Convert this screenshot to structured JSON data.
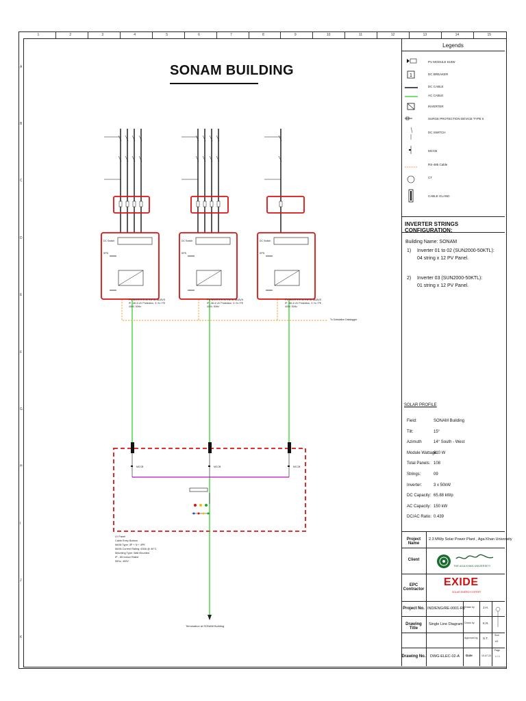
{
  "title": "SONAM BUILDING",
  "border": {
    "columns": [
      "1",
      "2",
      "3",
      "4",
      "5",
      "6",
      "7",
      "8",
      "9",
      "10",
      "11",
      "12",
      "13",
      "14",
      "15"
    ],
    "rows": [
      "A",
      "B",
      "C",
      "D",
      "E",
      "F",
      "G",
      "H",
      "I",
      "J",
      "K"
    ]
  },
  "legend": {
    "heading": "Legends",
    "items": [
      {
        "label": "PV MODULE 610W",
        "icon": "pv-module-icon"
      },
      {
        "label": "DC BREAKER",
        "icon": "dc-breaker-icon"
      },
      {
        "label": "DC CABLE",
        "icon": "dc-cable-icon"
      },
      {
        "label": "AC CABLE",
        "icon": "ac-cable-icon"
      },
      {
        "label": "INVERTER",
        "icon": "inverter-icon"
      },
      {
        "label": "SURGE PROTECTION DEVICE TYPE II",
        "icon": "spd-icon"
      },
      {
        "label": "DC SWITCH",
        "icon": "dc-switch-icon"
      },
      {
        "label": "MCCB",
        "icon": "mccb-icon"
      },
      {
        "label": "RS-485 Cable",
        "icon": "rs485-cable-icon"
      },
      {
        "label": "CT",
        "icon": "ct-icon"
      },
      {
        "label": "CABLE GLAND",
        "icon": "cable-gland-icon"
      }
    ],
    "colors": {
      "ac_cable": "#22cc22",
      "rs485": "#f0a040",
      "enclosure": "#e01010",
      "busbar": "#cc33cc"
    }
  },
  "config": {
    "heading": "INVERTER STRINGS CONFIGURATION:",
    "building": "Building Name: SONAM",
    "line1_num": "1)",
    "line1a": "Inverter 01 to 02 (SUN2000-50KTL):",
    "line1b": "04 string x 12 PV Panel.",
    "line2_num": "2)",
    "line2a": "Inverter 03 (SUN2000-50KTL):",
    "line2b": "01 string x 12 PV Panel."
  },
  "solar_profile": {
    "heading": "SOLAR PROFILE",
    "rows": [
      {
        "label": "Field:",
        "value": "SONAM Building"
      },
      {
        "label": "Tilt:",
        "value": "15°"
      },
      {
        "label": "Azimuth",
        "value": "14° South - West"
      },
      {
        "label": "Module Wattage:",
        "value": "610 W"
      },
      {
        "label": "Total Panels:",
        "value": "108"
      },
      {
        "label": "Strings:",
        "value": "09"
      },
      {
        "label": "Inverter:",
        "value": "3 x 50kW"
      },
      {
        "label": "DC Capacity:",
        "value": "65.88 kWp"
      },
      {
        "label": "AC Capacity:",
        "value": "150 kW"
      },
      {
        "label": "DC/AC Ratio:",
        "value": "0.439"
      }
    ]
  },
  "title_block": {
    "project_name_label": "Project Name",
    "project_name": "2.3 MWp Solar Power Plant , Aga Khan University",
    "client_label": "Client",
    "client_name": "THE AGA KHAN UNIVERSITY",
    "epc_label": "EPC Contractor",
    "epc_name": "EXIDE",
    "epc_sub": "SOLAR ENERGY EXPERT",
    "project_no_label": "Project No.",
    "project_no": "IND/ENG/RE-0001-R1",
    "drawn_by_label": "Drawn by",
    "drawn_by": "J.H.",
    "drawing_title_label": "Drawing Title",
    "drawing_title": "Single Line Diagram",
    "check_by_label": "Check by",
    "check_by": "K.R.",
    "approved_by_label": "Approved by",
    "approved_by": "S.T.",
    "size_label": "Size",
    "size": "A3",
    "drawing_no_label": "Drawing No.",
    "drawing_no": "DWG-ELEC-02-A",
    "date_label": "Date",
    "date": "10-07-23",
    "page_label": "Page",
    "page": "1 / 1"
  },
  "diagram": {
    "dc_switch_label": "DC Switch",
    "spd_label": "SPD",
    "inverter_spec": "PV INVERTER 50 KW 3L 380AVS",
    "inverter_spec2": "IP - 66 & UV Protection, 3 / N / PE",
    "inverter_spec3": "400V, 50Hz",
    "comms_label": "To Substation Datalogger",
    "mccb_label": "MCCB",
    "panel_notes": [
      "LV Panel",
      "Cable Entry Bottom",
      "MAIN Type: 3P + N + 4PE",
      "MAIN Current Rating: 630A @ 40°C",
      "Mounting Type: Wall Mounted",
      "IP - 65 Indoor Rated",
      "50Hz, 400V"
    ],
    "termination": "Termination at SONAM Building"
  }
}
